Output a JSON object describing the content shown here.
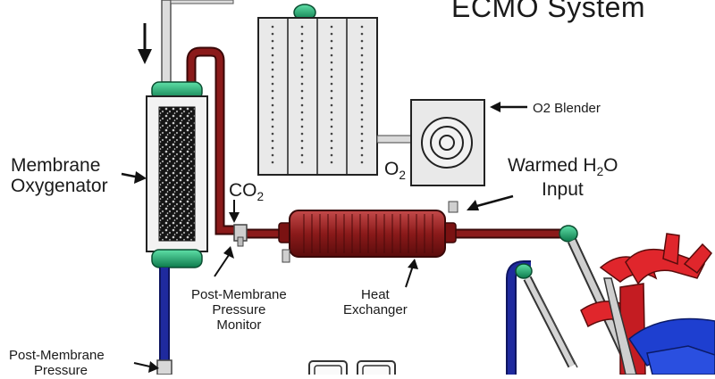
{
  "title": "ECMO System",
  "labels": {
    "membrane_oxygenator_line1": "Membrane",
    "membrane_oxygenator_line2": "Oxygenator",
    "o2_blender": "O2 Blender",
    "o2_letter": "O",
    "o2_sub": "2",
    "co2_letters": "CO",
    "co2_sub": "2",
    "warmed_line1": "Warmed H",
    "warmed_sub": "2",
    "warmed_o": "O",
    "warmed_line2": "Input",
    "post_membrane_monitor_line1": "Post-Membrane",
    "post_membrane_monitor_line2": "Pressure",
    "post_membrane_monitor_line3": "Monitor",
    "heat_exchanger_line1": "Heat",
    "heat_exchanger_line2": "Exchanger",
    "post_membrane_bottom_line1": "Post-Membrane",
    "post_membrane_bottom_line2": "Pressure"
  },
  "colors": {
    "oxygenated_blood": "#8b1a1a",
    "deoxygenated_blood": "#1f2a9e",
    "connector": "#1aa56c",
    "outline": "#222222",
    "panel_fill": "#e9e9e9",
    "heart_red": "#e0262c",
    "heart_blue": "#1e3fd0"
  }
}
